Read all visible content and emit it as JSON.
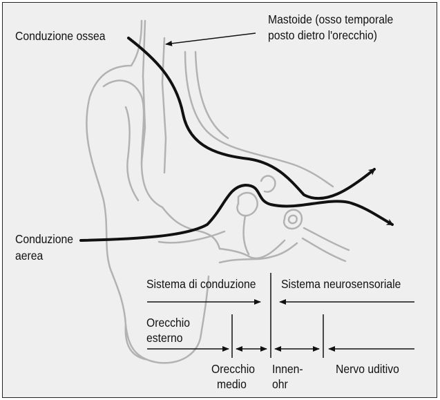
{
  "labels": {
    "bone_conduction": "Conduzione ossea",
    "mastoid_line1": "Mastoide (osso temporale",
    "mastoid_line2": "posto dietro l'orecchio)",
    "air_conduction_line1": "Conduzione",
    "air_conduction_line2": "aerea",
    "conduction_system": "Sistema di conduzione",
    "sensorineural_system": "Sistema neurosensoriale",
    "outer_ear_line1": "Orecchio",
    "outer_ear_line2": "esterno",
    "middle_ear_line1": "Orecchio",
    "middle_ear_line2": "medio",
    "inner_ear_line1": "Innen-",
    "inner_ear_line2": "ohr",
    "auditory_nerve": "Nervo uditivo"
  },
  "colors": {
    "background": "#efefef",
    "ear_outline": "#b2b2b2",
    "paths": "#111111"
  }
}
